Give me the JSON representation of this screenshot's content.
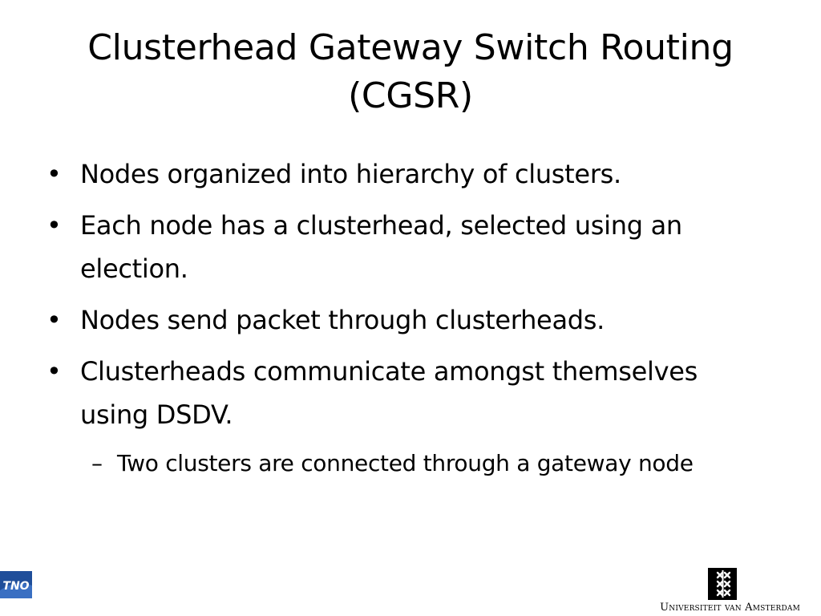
{
  "slide": {
    "title": "Clusterhead Gateway Switch Routing (CGSR)",
    "bullets": [
      "Nodes organized into hierarchy of clusters.",
      "Each node has a clusterhead, selected using an election.",
      "Nodes send packet through clusterheads.",
      "Clusterheads communicate amongst themselves using DSDV."
    ],
    "sub_bullets": [
      "Two clusters are connected through a gateway node"
    ],
    "bullet_glyph": "•",
    "sub_bullet_glyph": "–"
  },
  "footer": {
    "left_logo": "TNO",
    "left_logo_icon": "tno-logo-icon",
    "right_logo_icon": "uva-crest-icon",
    "university_name": "Universiteit van Amsterdam"
  },
  "colors": {
    "text": "#000000",
    "background": "#ffffff",
    "tno_blue": "#1f4e9a"
  }
}
